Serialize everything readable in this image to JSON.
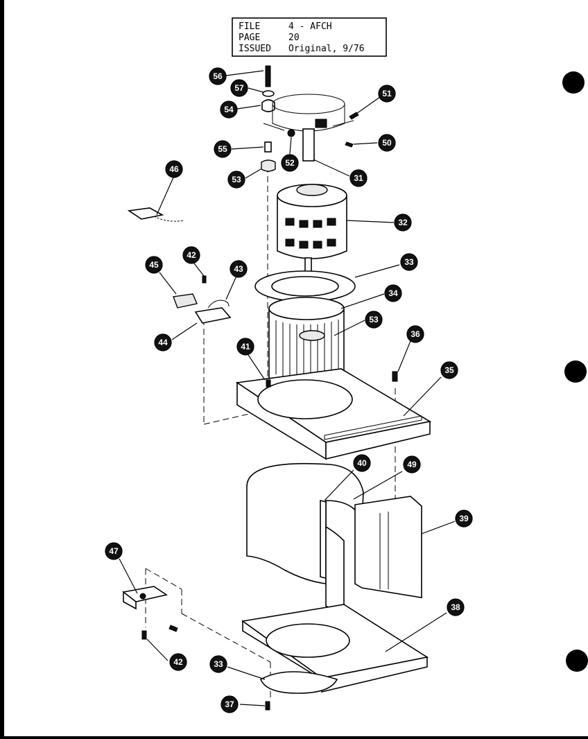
{
  "header": {
    "file_label": "FILE",
    "file_value": "4 - AFCH",
    "page_label": "PAGE",
    "page_value": "20",
    "issued_label": "ISSUED",
    "issued_value": "Original, 9/76"
  },
  "callouts": {
    "c56": "56",
    "c57": "57",
    "c54": "54",
    "c51": "51",
    "c50": "50",
    "c55": "55",
    "c52": "52",
    "c31": "31",
    "c53a": "53",
    "c46": "46",
    "c32": "32",
    "c33a": "33",
    "c34": "34",
    "c53b": "53",
    "c42a": "42",
    "c43": "43",
    "c45": "45",
    "c44": "44",
    "c41": "41",
    "c36": "36",
    "c35": "35",
    "c40": "40",
    "c49": "49",
    "c39": "39",
    "c47": "47",
    "c38": "38",
    "c42b": "42",
    "c33b": "33",
    "c37": "37"
  }
}
